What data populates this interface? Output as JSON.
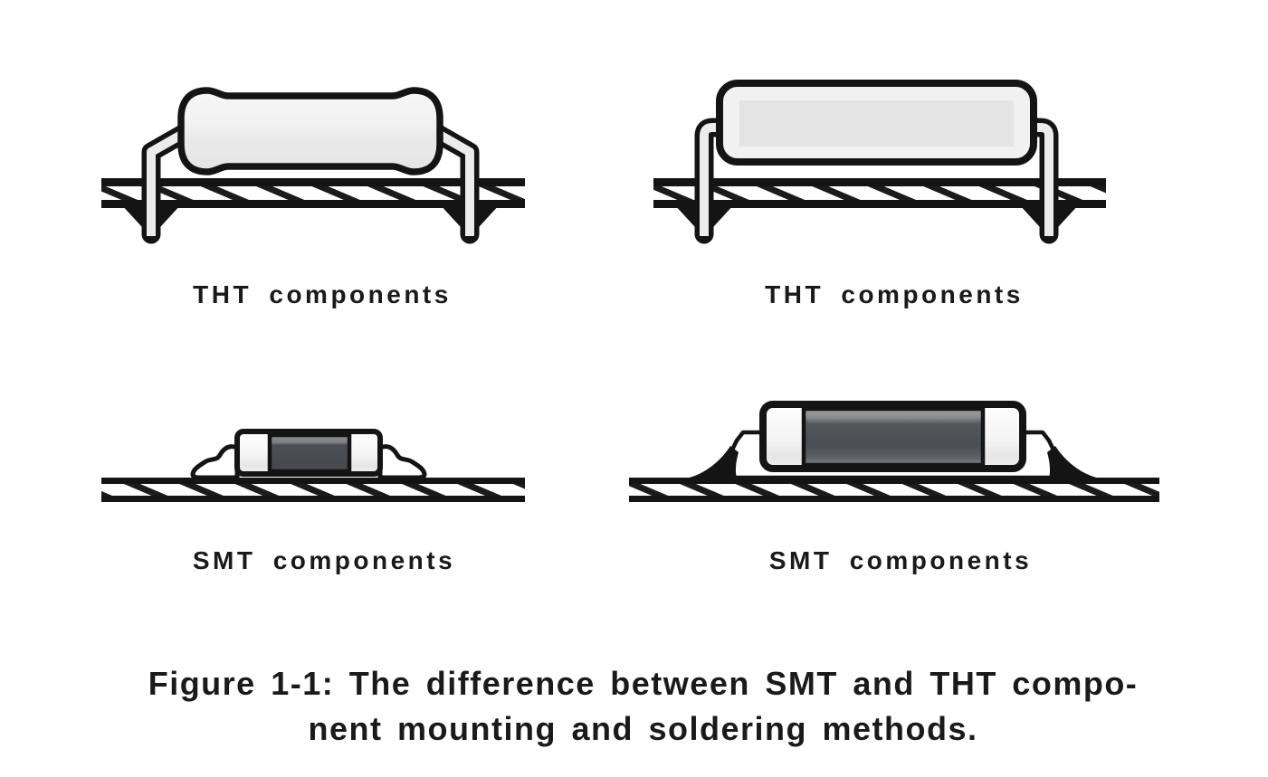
{
  "figure": {
    "background": "#ffffff",
    "ink": "#141414",
    "panels": [
      {
        "id": "tht-axial",
        "label": "THT components"
      },
      {
        "id": "tht-box",
        "label": "THT components"
      },
      {
        "id": "smt-chip",
        "label": "SMT components"
      },
      {
        "id": "smt-melf",
        "label": "SMT components"
      }
    ],
    "caption": {
      "line1": "Figure 1-1: The difference between SMT and THT compo-",
      "line2": "nent mounting and soldering methods."
    }
  }
}
